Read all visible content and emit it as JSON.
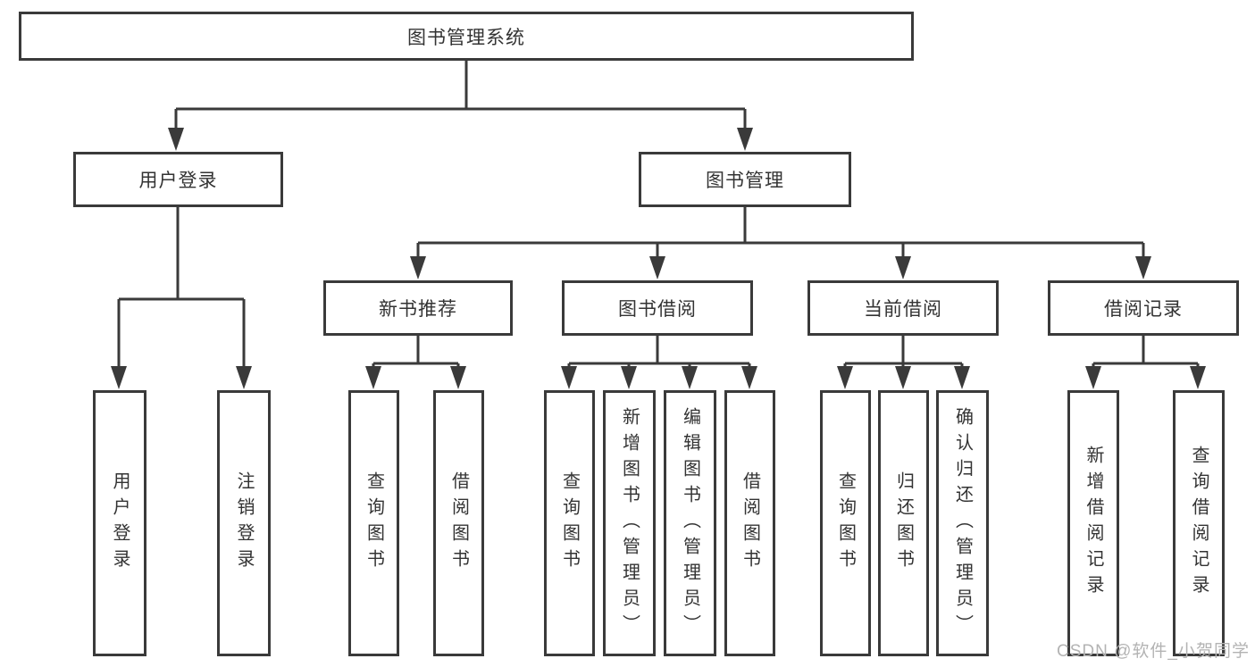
{
  "diagram": {
    "root": {
      "label": "图书管理系统"
    },
    "branches": [
      {
        "label": "用户登录",
        "children": [
          {
            "label": "用户登录"
          },
          {
            "label": "注销登录"
          }
        ]
      },
      {
        "label": "图书管理",
        "groups": [
          {
            "label": "新书推荐",
            "children": [
              {
                "label": "查询图书"
              },
              {
                "label": "借阅图书"
              }
            ]
          },
          {
            "label": "图书借阅",
            "children": [
              {
                "label": "查询图书"
              },
              {
                "label": "新增图书（管理员）"
              },
              {
                "label": "编辑图书（管理员）"
              },
              {
                "label": "借阅图书"
              }
            ]
          },
          {
            "label": "当前借阅",
            "children": [
              {
                "label": "查询图书"
              },
              {
                "label": "归还图书"
              },
              {
                "label": "确认归还（管理员）"
              }
            ]
          },
          {
            "label": "借阅记录",
            "children": [
              {
                "label": "新增借阅记录"
              },
              {
                "label": "查询借阅记录"
              }
            ]
          }
        ]
      }
    ]
  },
  "watermark": {
    "text": "CSDN @软件_小贺同学"
  },
  "colors": {
    "line": "#3a3a3a",
    "box_border": "#3a3a3a",
    "text": "#333333",
    "watermark": "#b3b3b3",
    "background": "#ffffff"
  }
}
